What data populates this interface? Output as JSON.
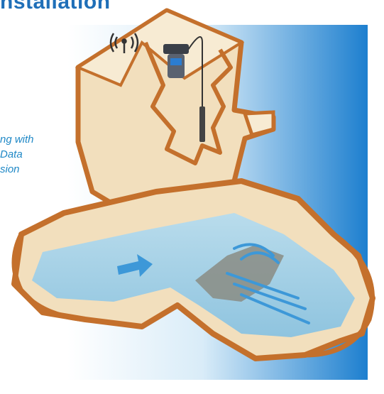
{
  "title": "nstallation",
  "caption_lines": [
    "ng with",
    "Data",
    "sion"
  ],
  "colors": {
    "title": "#1f6fb8",
    "caption": "#1f88c6",
    "background_gradient": [
      "#ffffff",
      "#1d7fcf"
    ],
    "concrete": "#f2dfbd",
    "concrete_edge": "#c4702c",
    "water": "#a9d3e8",
    "flow_arrow": "#3d98d8"
  },
  "icons": [
    "wireless-signal-icon",
    "flow-direction-arrow-icon"
  ]
}
